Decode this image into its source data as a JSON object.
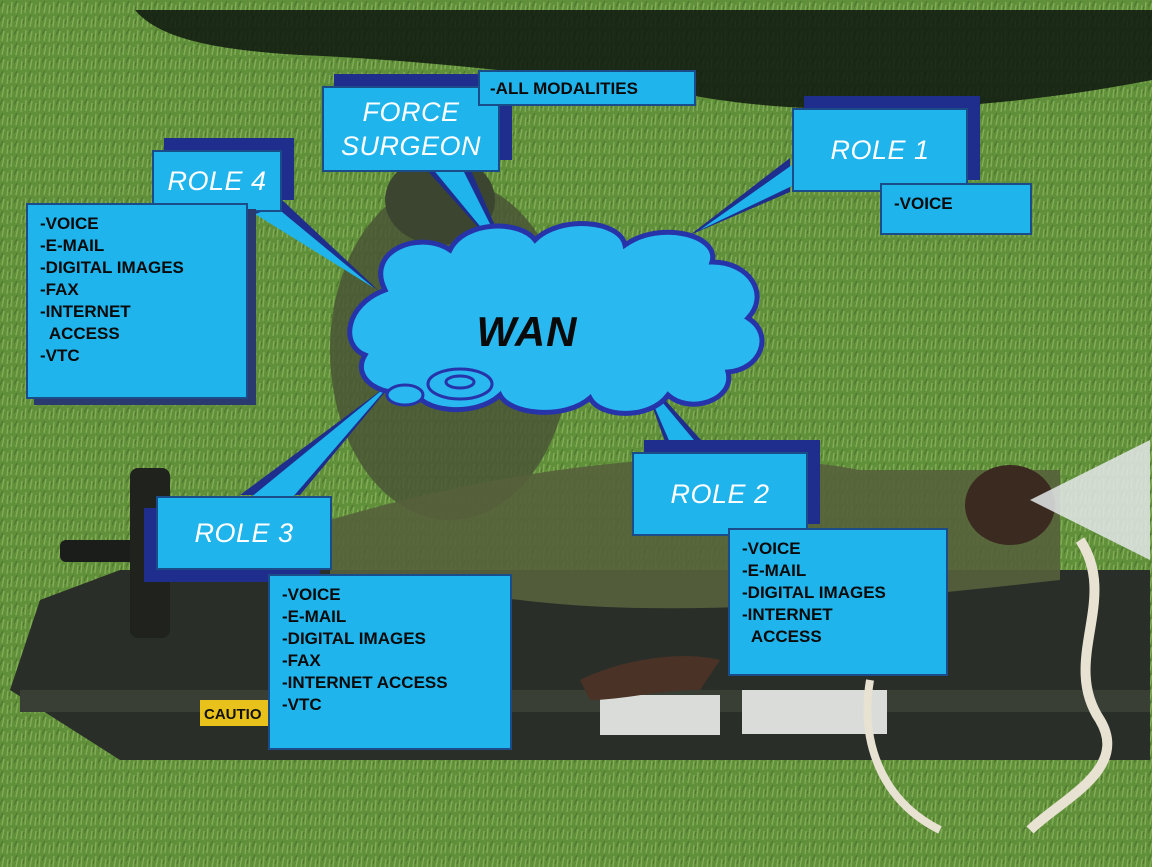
{
  "diagram": {
    "hub": "WAN",
    "nodes": [
      {
        "id": "force-surgeon",
        "title_lines": [
          "FORCE",
          "SURGEON"
        ],
        "capabilities": [
          "-ALL MODALITIES"
        ]
      },
      {
        "id": "role-1",
        "title": "ROLE 1",
        "capabilities": [
          "-VOICE"
        ]
      },
      {
        "id": "role-2",
        "title": "ROLE 2",
        "capabilities": [
          "-VOICE",
          "-E-MAIL",
          "-DIGITAL IMAGES",
          "-INTERNET",
          "  ACCESS"
        ]
      },
      {
        "id": "role-3",
        "title": "ROLE 3",
        "capabilities": [
          "-VOICE",
          "-E-MAIL",
          "-DIGITAL IMAGES",
          "-FAX",
          "-INTERNET ACCESS",
          "-VTC"
        ]
      },
      {
        "id": "role-4",
        "title": "ROLE 4",
        "capabilities": [
          "-VOICE",
          "-E-MAIL",
          "-DIGITAL IMAGES",
          "-FAX",
          "-INTERNET",
          "  ACCESS",
          "-VTC"
        ]
      }
    ],
    "photo_text": {
      "stretcher_label": "CAUTIO"
    },
    "colors": {
      "box": "#1fb4ec",
      "box_border": "#1a4c8a",
      "shadow": "#1f2e8c",
      "cloud": "#2ab8f0",
      "cloud_border": "#2733a8",
      "grass": "#5d8a3a"
    }
  }
}
